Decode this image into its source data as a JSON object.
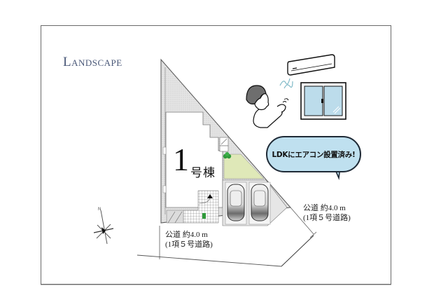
{
  "title": {
    "text": "Landscape"
  },
  "building": {
    "number": "1",
    "suffix": "号棟"
  },
  "callout": {
    "text": "LDKにエアコン設置済み!",
    "bubble_color": "#bfe0ef"
  },
  "roads": [
    {
      "line1": "公道 約4.0 m",
      "line2": "(1項５号道路)"
    },
    {
      "line1": "公道 約4.0 m",
      "line2": "(1項５号道路)"
    }
  ],
  "colors": {
    "frame": "#6a6a6a",
    "title": "#4a5878",
    "lawn": "#dfe8b8",
    "planting": "#2f9a3a",
    "paving": "#d9d9d9",
    "window_glass": "#bcdceb"
  },
  "icons": {
    "compass": "north-arrow-compass",
    "air_conditioner": "air-conditioner",
    "window": "window",
    "person": "person-with-remote",
    "cars": [
      "car",
      "car"
    ]
  }
}
